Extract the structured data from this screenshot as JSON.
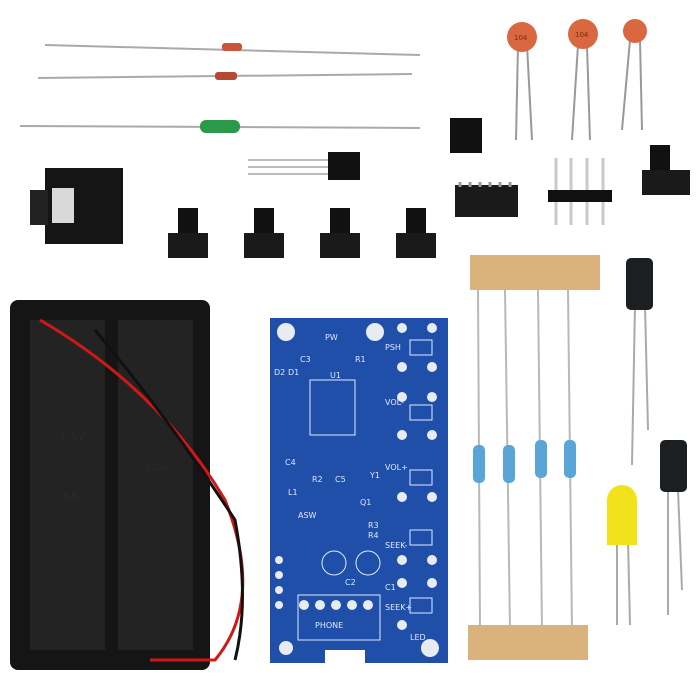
{
  "scene": {
    "colors": {
      "pcb": "#1f4fa8",
      "pad": "#e8ecf2",
      "battery_holder": "#151515",
      "red_wire": "#d01818",
      "ceramic_cap": "#d9673f",
      "electrolytic": "#1c1f22",
      "led": "#f2e21b",
      "tape": "#d9b27c",
      "resistor": "#5aa5d8"
    }
  },
  "pcb": {
    "labels": [
      "PW",
      "C3",
      "R1",
      "PSH",
      "D2",
      "D1",
      "U1",
      "VOL-",
      "VOL+",
      "C4",
      "C5",
      "R2",
      "L1",
      "Q1",
      "Y1",
      "ASW",
      "R3",
      "R4",
      "SEEK-",
      "SEEK+",
      "C1",
      "C2",
      "PHONE",
      "LED"
    ]
  },
  "capacitors": {
    "marking": "104"
  },
  "battery_holder": {
    "marking_1": "1.5V",
    "marking_2": "AA"
  }
}
